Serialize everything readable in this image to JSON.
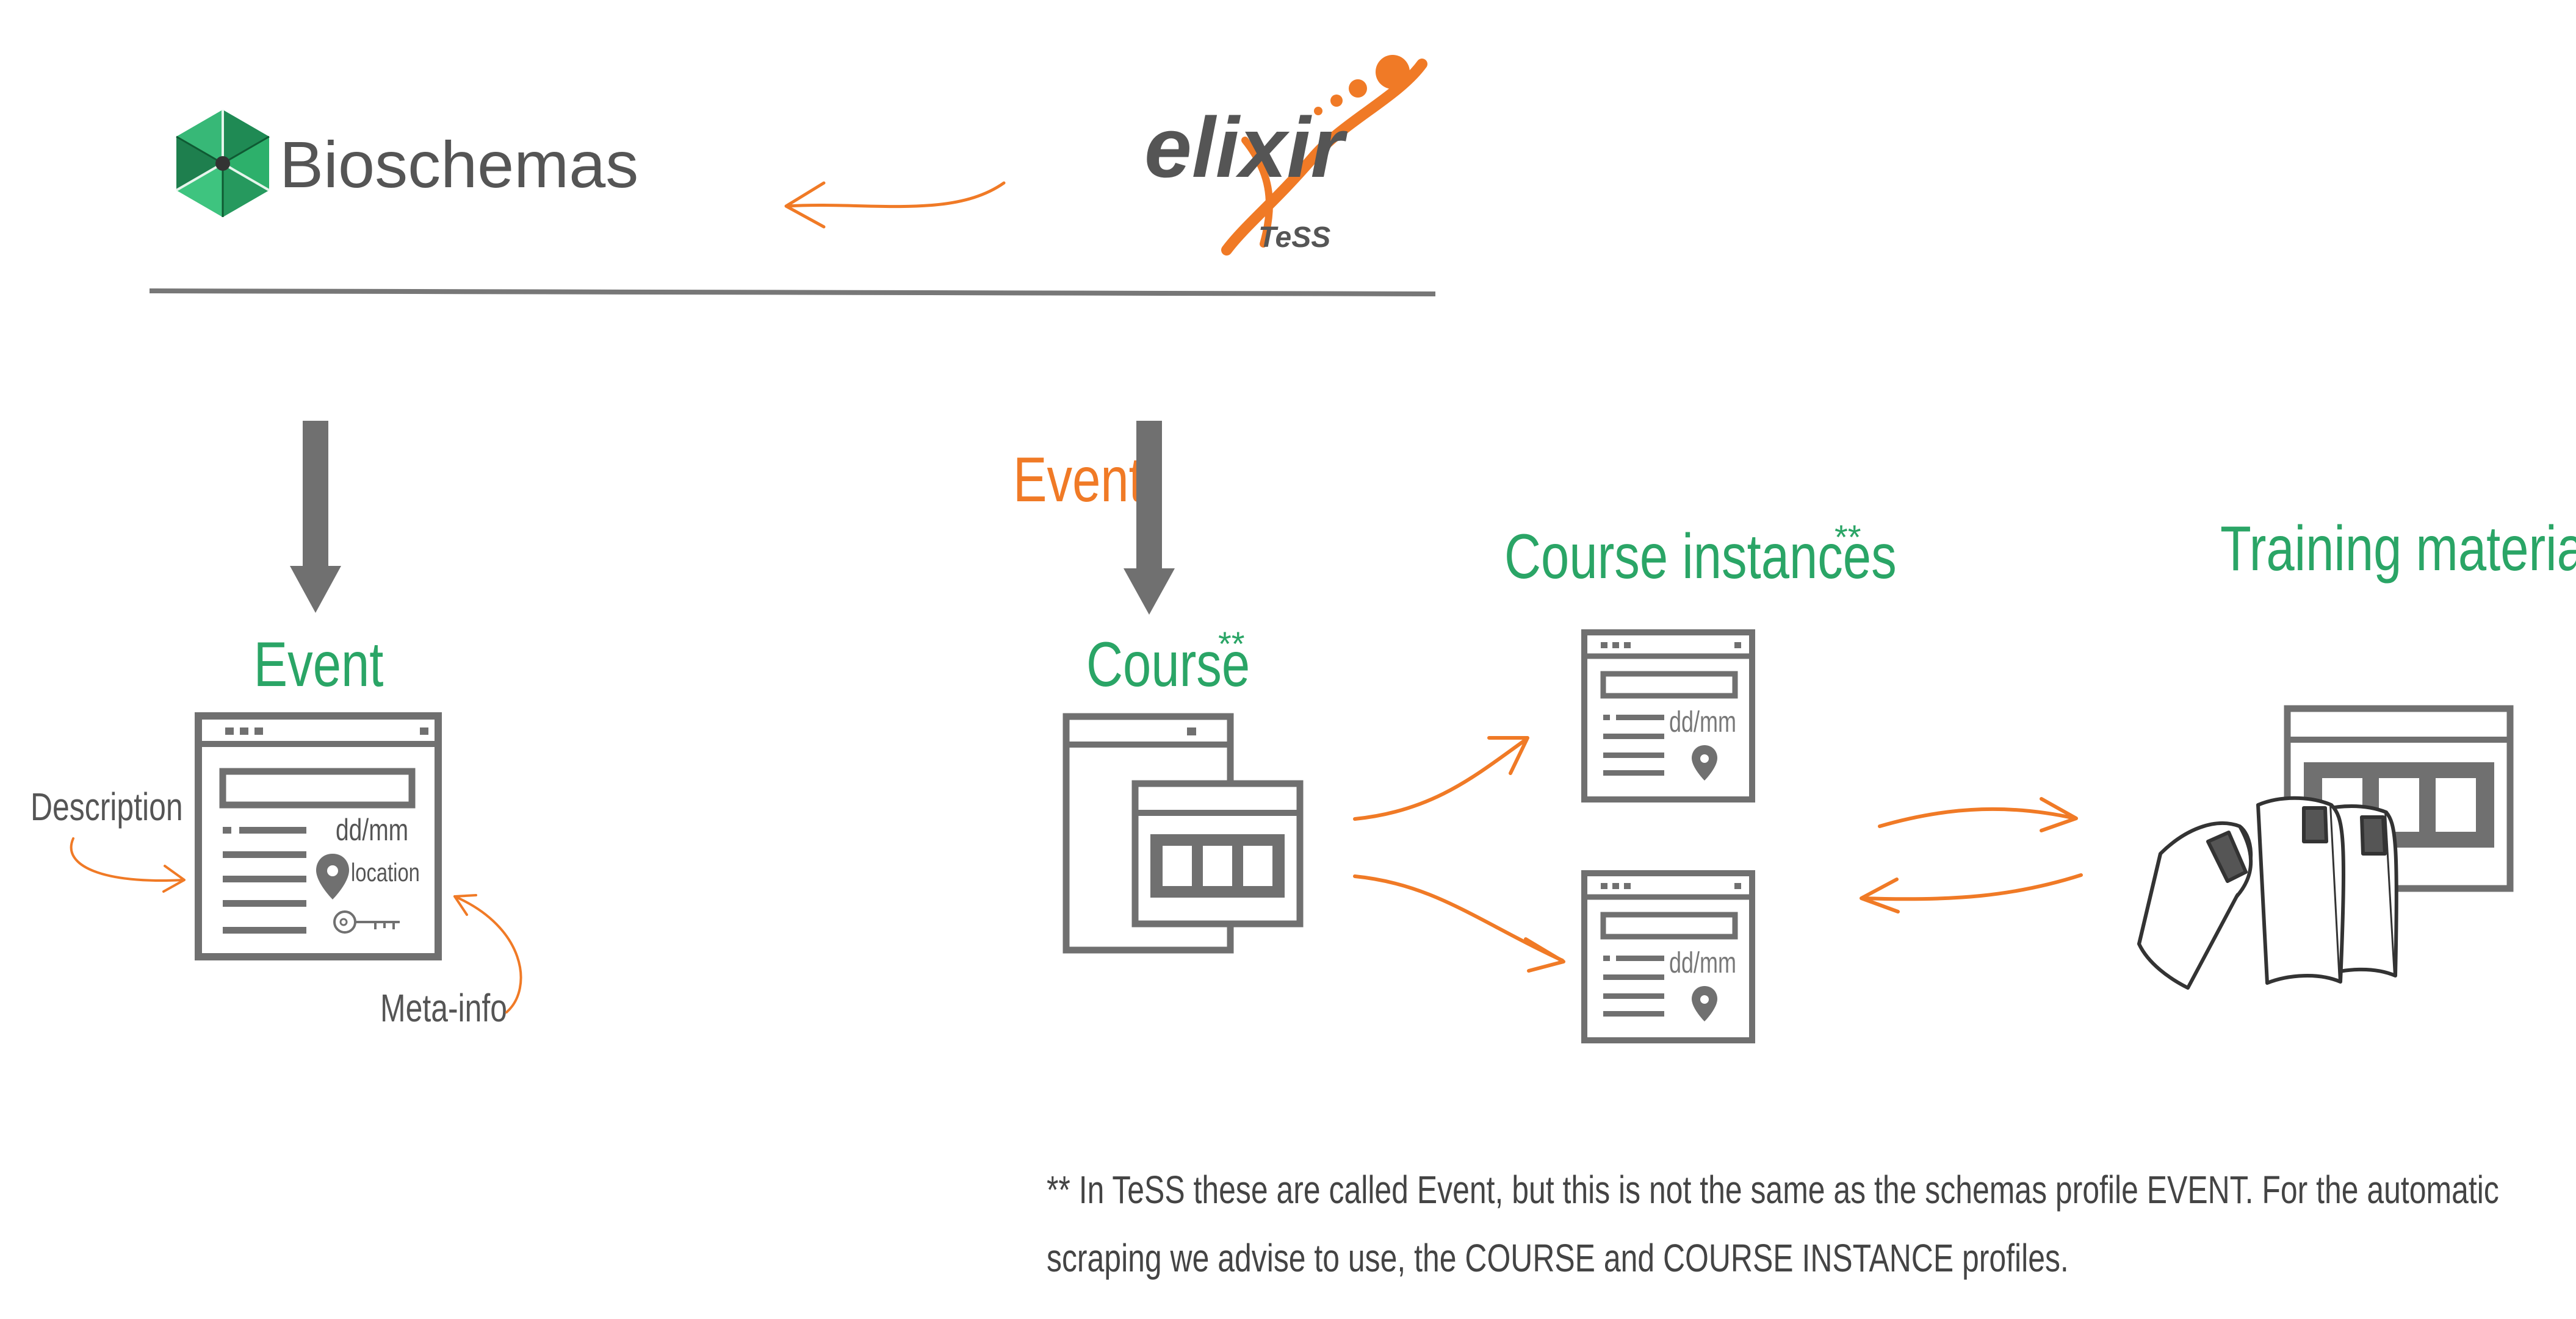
{
  "logos": {
    "bioschemas": {
      "name": "Bioschemas"
    },
    "elixir": {
      "name": "elixir",
      "sub": "TeSS"
    }
  },
  "labels": {
    "event_left": "Event",
    "event_orange": "Event",
    "course": "Course",
    "course_mark": "**",
    "course_instances": "Course instances",
    "course_instances_mark": "**",
    "training_material": "Training material",
    "description": "Description",
    "meta_info": "Meta-info"
  },
  "widgets": {
    "event_date": "dd/mm",
    "event_location": "location",
    "instance_date_1": "dd/mm",
    "instance_date_2": "dd/mm"
  },
  "footnote": {
    "line1": "** In TeSS these are called Event, but this is not the same as the schemas profile EVENT. For the automatic",
    "line2": "scraping we advise to use, the COURSE and COURSE INSTANCE profiles."
  },
  "colors": {
    "green": "#2aa566",
    "orange": "#f07a26",
    "gray": "#707070",
    "dark": "#444444"
  }
}
